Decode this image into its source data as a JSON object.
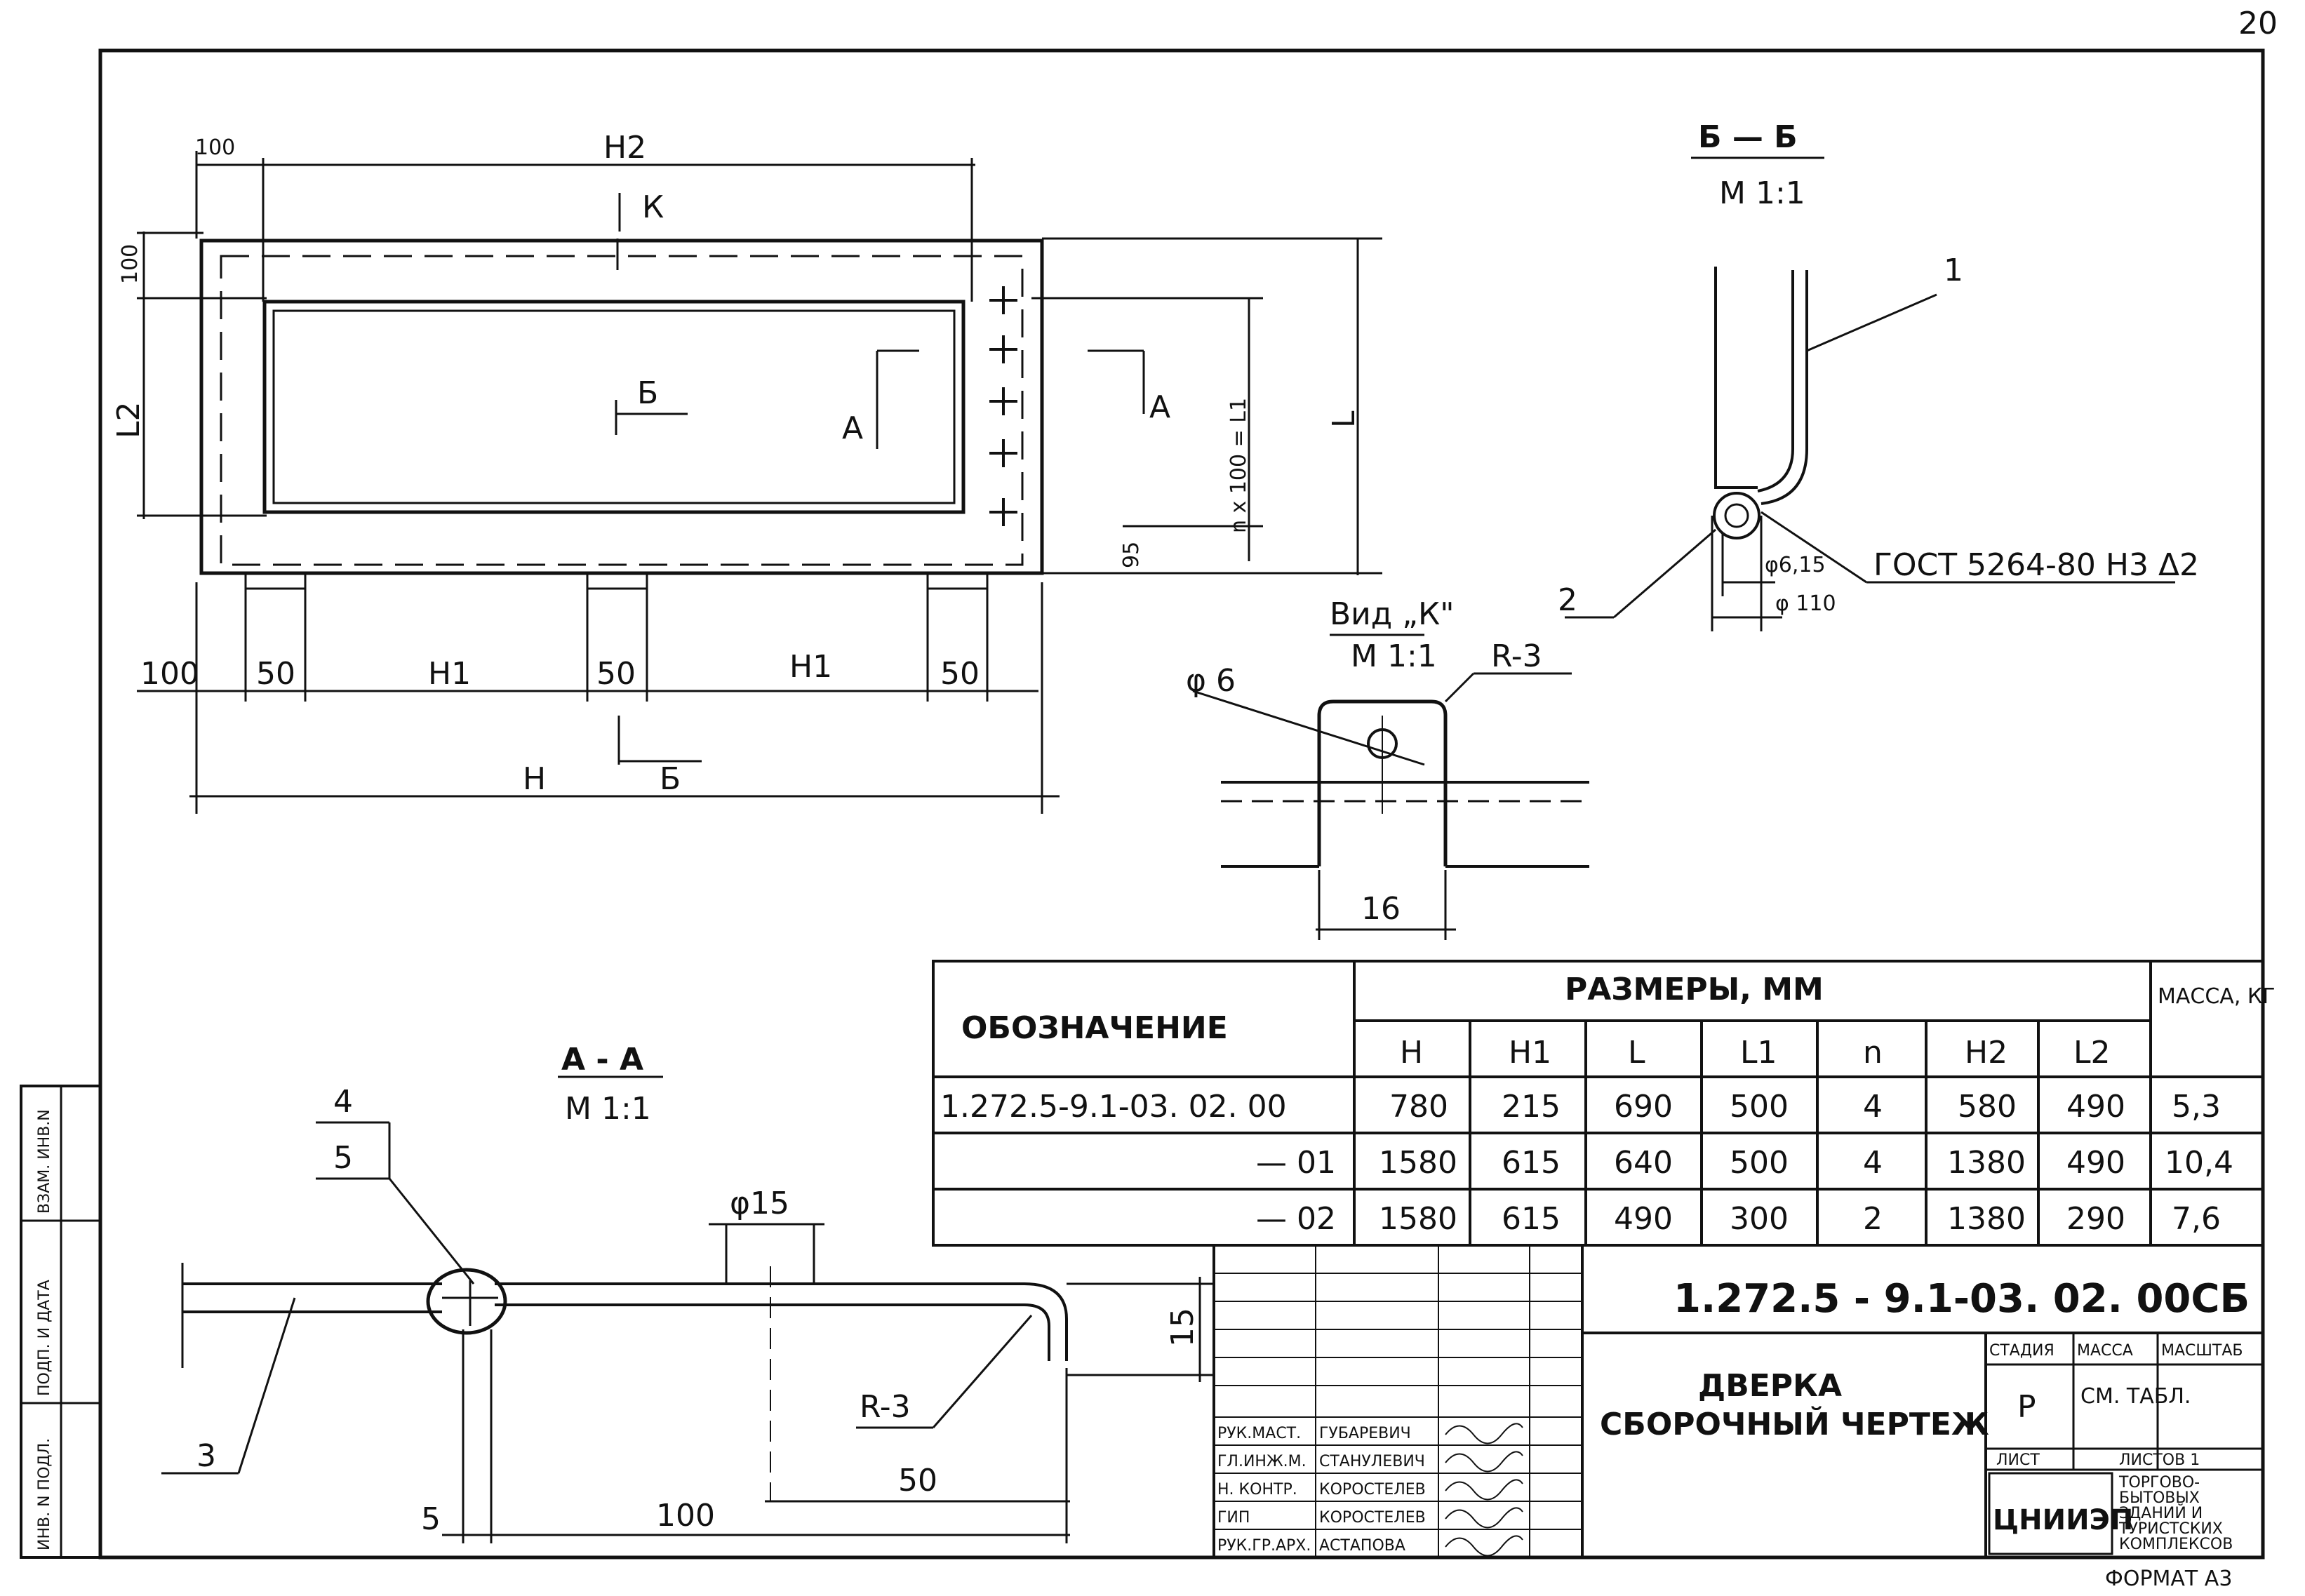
{
  "page_number": "20",
  "format": "ФОРМАТ А3",
  "views": {
    "main": {
      "labels": {
        "h2": "Н2",
        "k": "К",
        "l2": "L2",
        "l": "L",
        "nx": "n x 100 = L1",
        "b": "Б",
        "a": "А",
        "h1": "Н1",
        "h": "Н",
        "d95": "95",
        "d100": "100",
        "d50": "50"
      }
    },
    "section_bb": {
      "title": "Б — Б",
      "scale": "М 1:1",
      "callout_1": "1",
      "callout_2": "2",
      "d1": "φ6,15",
      "d2": "φ 110",
      "gost": "ГОСТ 5264-80 Н3 Δ2"
    },
    "view_k": {
      "title": "Вид „К\"",
      "scale": "М 1:1",
      "phi": "φ 6",
      "radius": "R-3",
      "width": "16"
    },
    "section_aa": {
      "title": "А - А",
      "scale": "М 1:1",
      "c3": "3",
      "c4": "4",
      "c5": "5",
      "phi15": "φ15",
      "r3": "R-3",
      "d15": "15",
      "d50": "50",
      "d5": "5",
      "d100": "100"
    }
  },
  "table": {
    "col_designation": "ОБОЗНАЧЕНИЕ",
    "group_header": "РАЗМЕРЫ, ММ",
    "mass_header": "МАССА, КГ",
    "columns": [
      "Н",
      "Н1",
      "L",
      "L1",
      "n",
      "Н2",
      "L2"
    ],
    "rows": [
      {
        "designation": "1.272.5-9.1-03. 02. 00",
        "values": [
          "780",
          "215",
          "690",
          "500",
          "4",
          "580",
          "490"
        ],
        "mass": "5,3"
      },
      {
        "designation": "— 01",
        "values": [
          "1580",
          "615",
          "640",
          "500",
          "4",
          "1380",
          "490"
        ],
        "mass": "10,4"
      },
      {
        "designation": "— 02",
        "values": [
          "1580",
          "615",
          "490",
          "300",
          "2",
          "1380",
          "290"
        ],
        "mass": "7,6"
      }
    ]
  },
  "title_block": {
    "doc_number": "1.272.5 - 9.1-03. 02. 00СБ",
    "title_line1": "ДВЕРКА",
    "title_line2": "СБОРОЧНЫЙ ЧЕРТЕЖ",
    "stage_header": "СТАДИЯ",
    "mass_header": "МАССА",
    "scale_header": "МАСШТАБ",
    "stage": "Р",
    "mass": "СМ. ТАБЛ.",
    "sheet": "ЛИСТ",
    "sheets": "ЛИСТОВ 1",
    "org_logo": "ЦНИИЭП",
    "org_text": [
      "ТОРГОВО-",
      "БЫТОВЫХ",
      "ЗДАНИЙ И",
      "ТУРИСТСКИХ",
      "КОМПЛЕКСОВ"
    ],
    "signatures": [
      {
        "role": "РУК.МАСТ.",
        "name": "ГУБАРЕВИЧ"
      },
      {
        "role": "ГЛ.ИНЖ.М.",
        "name": "СТАНУЛЕВИЧ"
      },
      {
        "role": "Н. КОНТР.",
        "name": "КОРОСТЕЛЕВ"
      },
      {
        "role": "ГИП",
        "name": "КОРОСТЕЛЕВ"
      },
      {
        "role": "РУК.ГР.АРХ.",
        "name": "АСТАПОВА"
      }
    ]
  },
  "side_stamp": [
    "ИНВ. N ПОДЛ.",
    "ПОДП. И ДАТА",
    "ВЗАМ. ИНВ.N"
  ]
}
